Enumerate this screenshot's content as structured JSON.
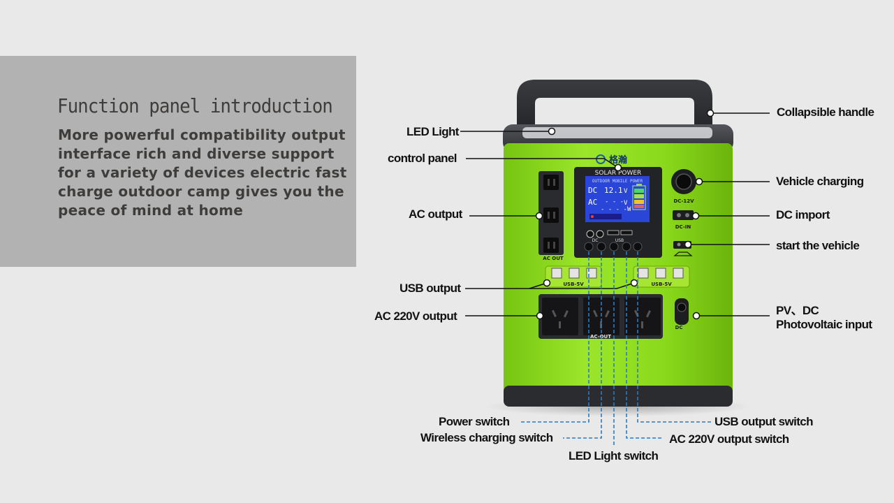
{
  "intro": {
    "title": "Function panel introduction",
    "body": "More powerful compatibility output interface rich and diverse support for a variety of devices electric fast charge outdoor camp gives you the peace of mind at home"
  },
  "device": {
    "brand": "格瀚",
    "panel_header": "SOLAR POWER",
    "screen_title": "OUTDOOR MOBILE POWER",
    "dc_label": "DC",
    "dc_value": "12.1",
    "dc_unit": "V",
    "ac_label": "AC",
    "ac_value": "- - -",
    "ac_unit": "V",
    "w_value": "- - - -",
    "w_unit": "W",
    "port_labels": {
      "ac_out_small": "AC OUT",
      "dc_12v": "DC-12V",
      "dc_in": "DC-IN",
      "usb_5v_left": "USB-5V",
      "usb_5v_right": "USB-5V",
      "ac_out_big": "AC-OUT",
      "dc_side": "DC",
      "usb_small": "USB",
      "dc_small": "DC"
    }
  },
  "callouts": {
    "collapsible_handle": "Collapsible handle",
    "led_light": "LED Light",
    "control_panel": "control panel",
    "vehicle_charging": "Vehicle charging",
    "ac_output": "AC output",
    "dc_import": "DC import",
    "start_vehicle": "start the vehicle",
    "usb_output": "USB output",
    "ac_220v_output": "AC 220V output",
    "pv_dc": "PV、DC\nPhotovoltaic input",
    "power_switch": "Power switch",
    "usb_output_switch": "USB output switch",
    "wireless_switch": "Wireless charging switch",
    "ac_220v_switch": "AC 220V output switch",
    "led_light_switch": "LED Light switch"
  },
  "colors": {
    "background": "#e9e9e9",
    "intro_panel": "#b2b2b2",
    "body_green": "#8fdc1e",
    "handle": "#2c2d30",
    "screen_blue": "#2a46d8",
    "dashed_blue": "#2b7bc0"
  }
}
